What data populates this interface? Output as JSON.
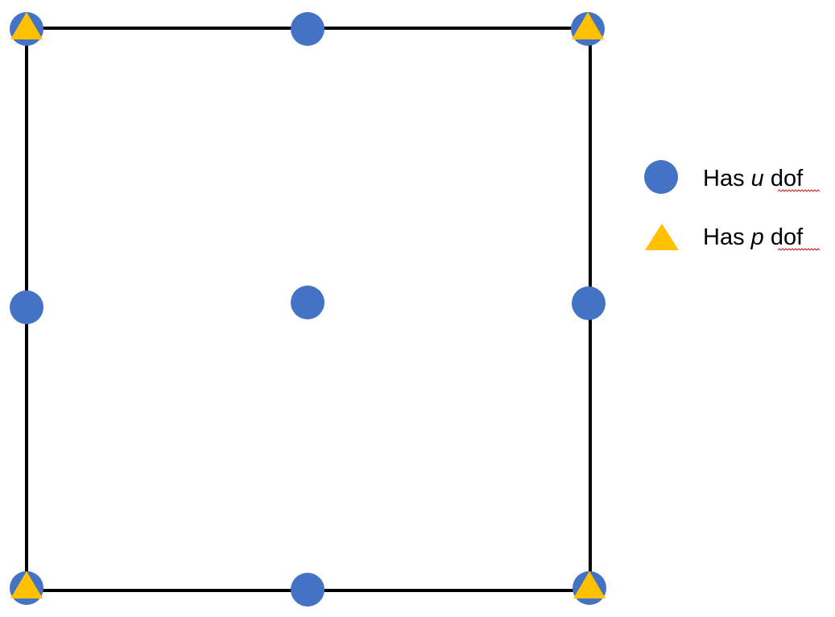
{
  "diagram": {
    "element_outline_color": "#000000",
    "u_dof_color": "#4472C4",
    "p_dof_color": "#FFC000",
    "u_dof_marker": "circle",
    "p_dof_marker": "triangle",
    "u_dof_nodes": [
      "top-left",
      "top-mid",
      "top-right",
      "mid-left",
      "center",
      "mid-right",
      "bottom-left",
      "bottom-mid",
      "bottom-right"
    ],
    "p_dof_nodes": [
      "top-left",
      "top-right",
      "bottom-left",
      "bottom-right"
    ]
  },
  "legend": {
    "items": [
      {
        "marker": "circle",
        "color": "#4472C4",
        "prefix": "Has ",
        "var": "u",
        "suffix": " dof"
      },
      {
        "marker": "triangle",
        "color": "#FFC000",
        "prefix": "Has ",
        "var": "p",
        "suffix": " dof"
      }
    ]
  }
}
